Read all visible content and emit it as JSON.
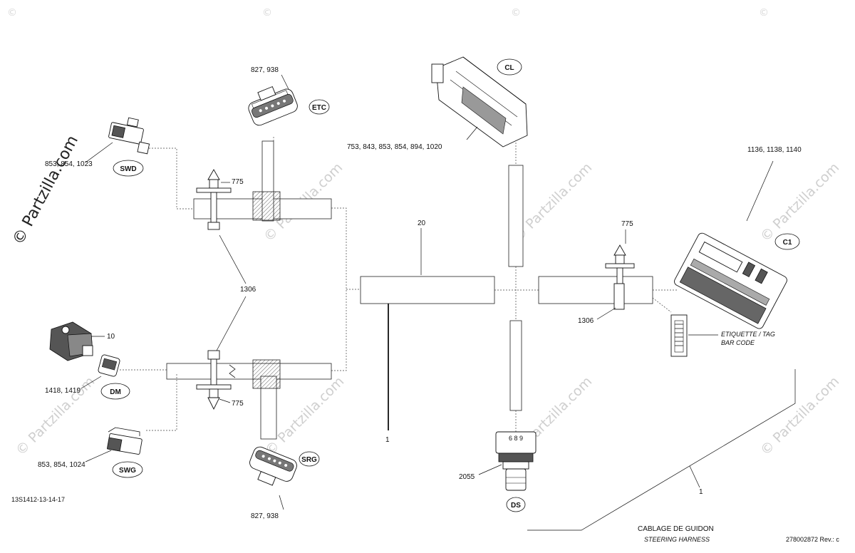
{
  "watermarks": {
    "partzilla_vertical": "© Partzilla.com",
    "partzilla_text": "© Partzilla.com",
    "corner_symbol": "©"
  },
  "connectors": {
    "etc": "ETC",
    "swd": "SWD",
    "dm": "DM",
    "swg": "SWG",
    "srg": "SRG",
    "cl": "CL",
    "c1": "C1",
    "ds": "DS"
  },
  "part_refs": {
    "etc_parts": "827, 938",
    "swd_parts": "853, 854, 1023",
    "cl_parts": "753, 843, 853, 854, 894, 1020",
    "c1_parts": "1136, 1138, 1140",
    "ref_775_top_left": "775",
    "ref_775_bottom_left": "775",
    "ref_775_right": "775",
    "ref_1306_left": "1306",
    "ref_1306_right": "1306",
    "ref_20": "20",
    "ref_10": "10",
    "dm_parts": "1418, 1419",
    "swg_parts": "853, 854, 1024",
    "srg_parts": "827, 938",
    "ref_1_center": "1",
    "ref_1_right": "1",
    "ref_2055": "2055",
    "ds_digits": "6 8 9"
  },
  "tag": {
    "line1": "ETIQUETTE / TAG",
    "line2": "BAR CODE"
  },
  "footer": {
    "drawing_id": "13S1412-13-14-17",
    "title_fr": "CABLAGE DE GUIDON",
    "title_en": "STEERING HARNESS",
    "doc_rev": "278002872 Rev.: c"
  }
}
